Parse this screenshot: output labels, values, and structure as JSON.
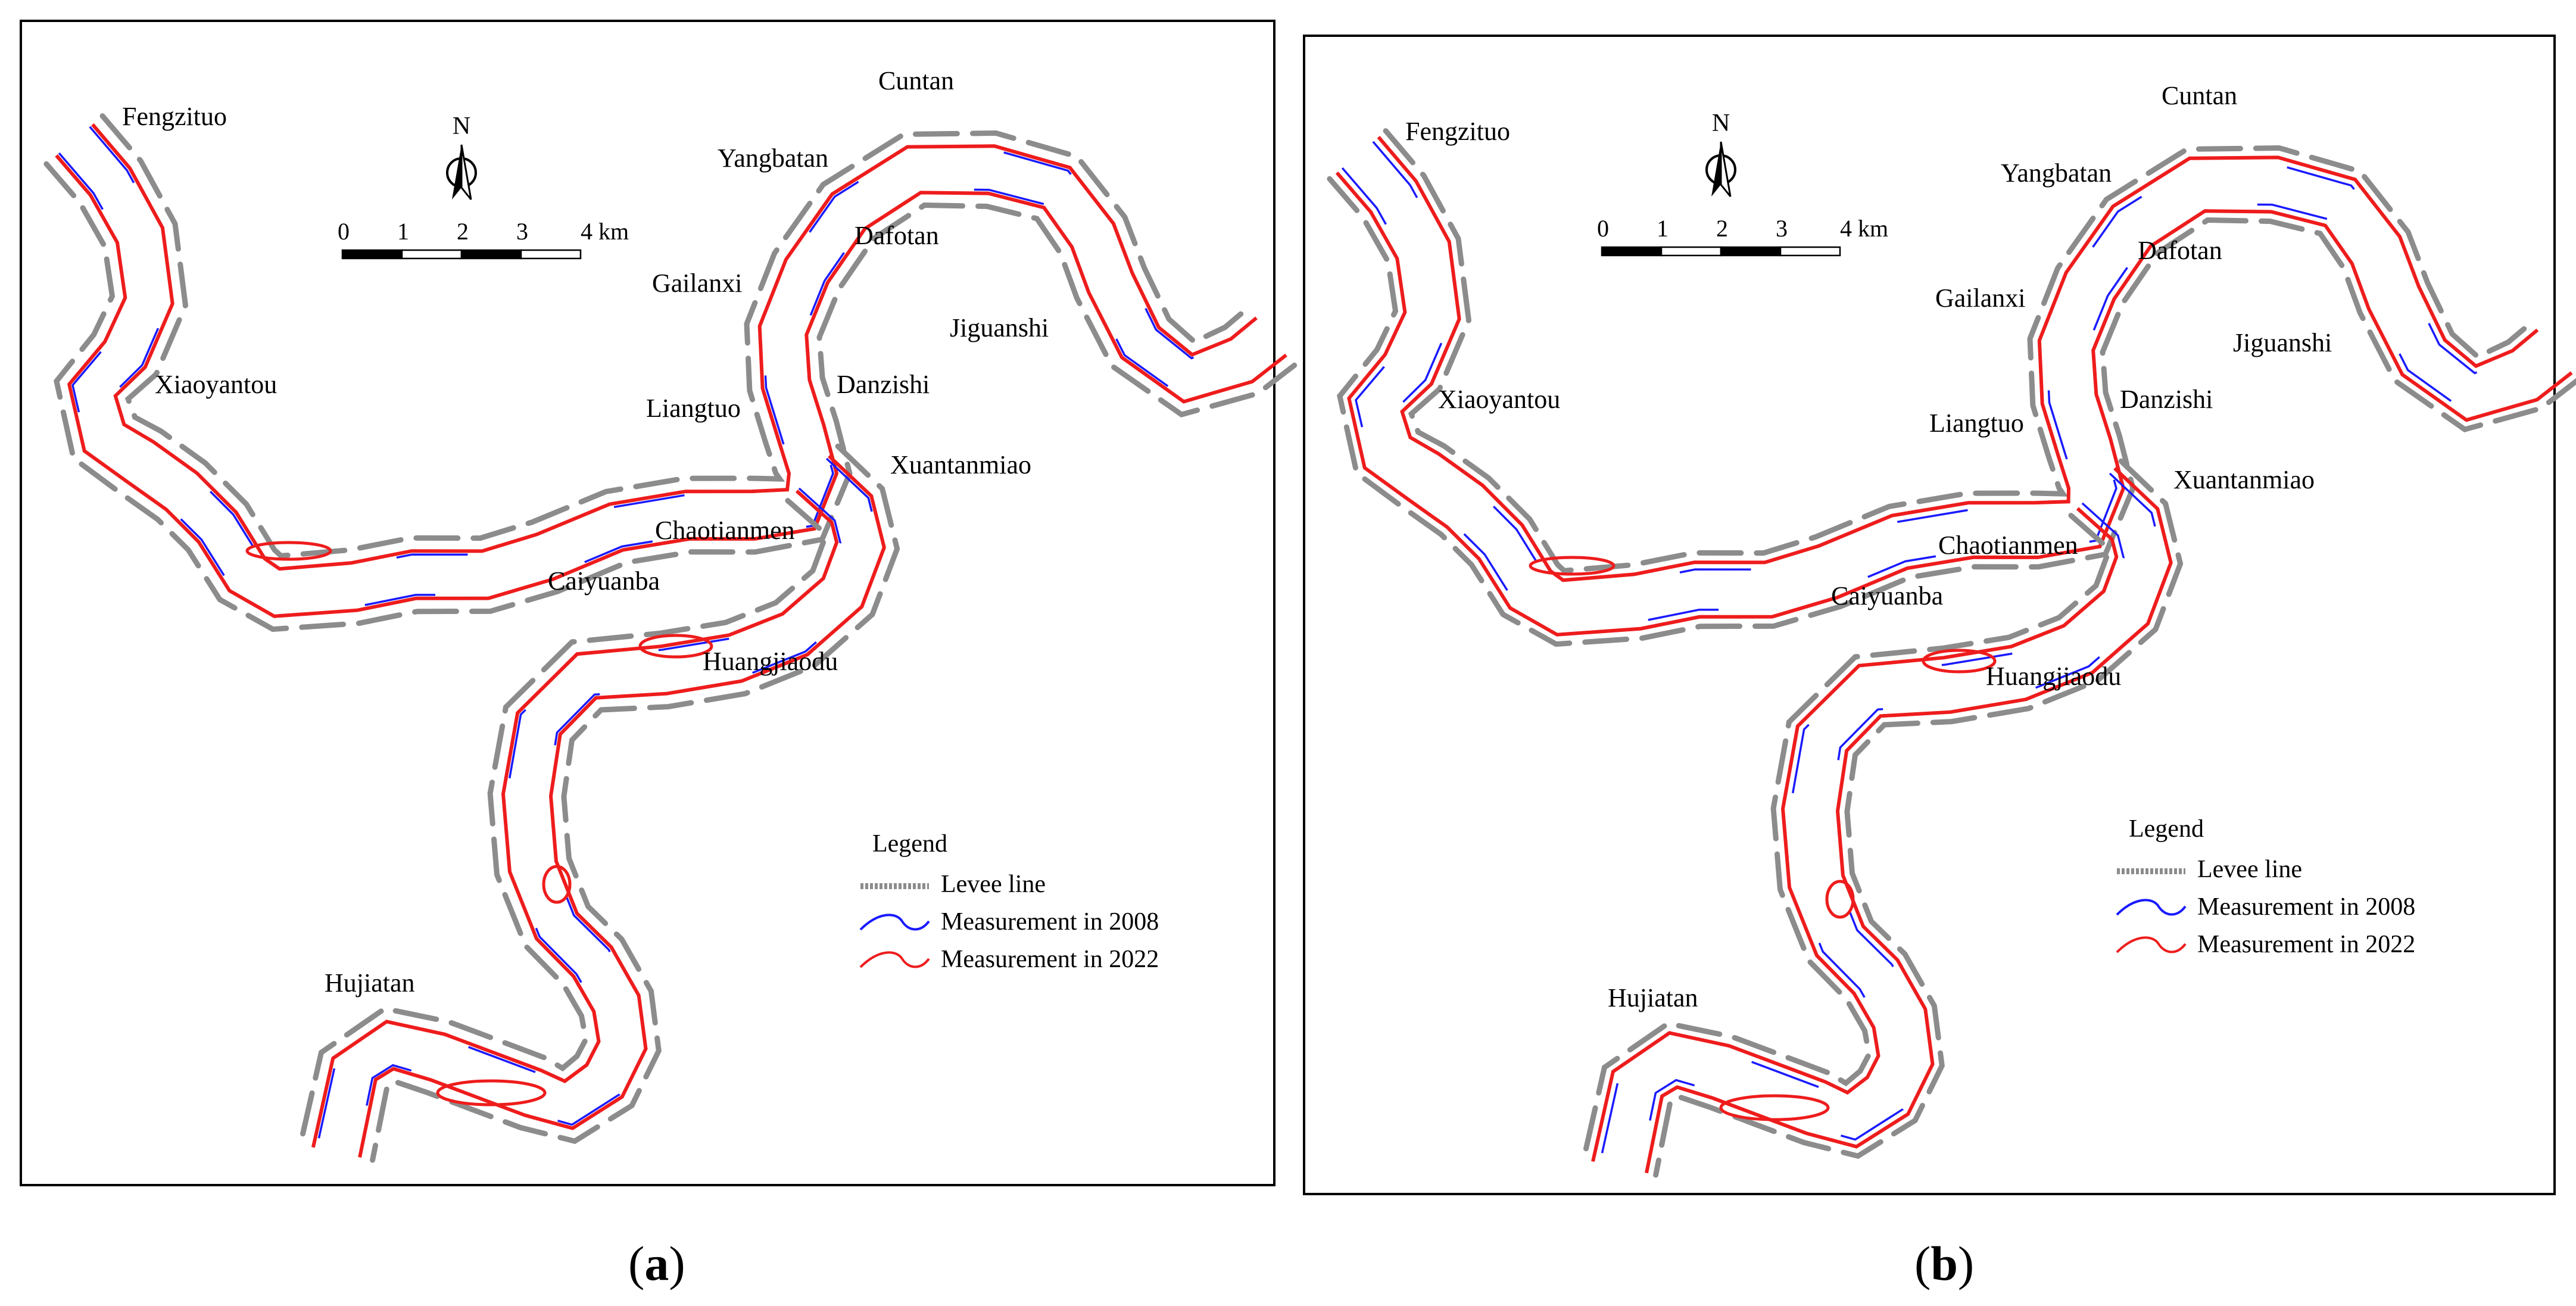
{
  "panels": [
    {
      "id": "a",
      "caption_open": "(",
      "caption_letter": "a",
      "caption_close": ")",
      "north_label": "N",
      "scale_labels": [
        "0",
        "1",
        "2",
        "3",
        "4 km"
      ],
      "place_names": {
        "fengzituo": "Fengzituo",
        "cuntan": "Cuntan",
        "yangbatan": "Yangbatan",
        "dafotan": "Dafotan",
        "gailanxi": "Gailanxi",
        "jiguanshi": "Jiguanshi",
        "xiaoyantou": "Xiaoyantou",
        "liangtuo": "Liangtuo",
        "danzishi": "Danzishi",
        "xuantanmiao": "Xuantanmiao",
        "chaotianmen": "Chaotianmen",
        "caiyuanba": "Caiyuanba",
        "huangjiaodu": "Huangjiaodu",
        "hujiatan": "Hujiatan"
      },
      "legend": {
        "title": "Legend",
        "items": [
          {
            "label": "Levee line",
            "color": "#8c8c8c"
          },
          {
            "label": "Measurement in 2008",
            "color": "#1a1aff"
          },
          {
            "label": "Measurement in 2022",
            "color": "#ee1c1c"
          }
        ]
      }
    },
    {
      "id": "b",
      "caption_open": "(",
      "caption_letter": "b",
      "caption_close": ")",
      "north_label": "N",
      "scale_labels": [
        "0",
        "1",
        "2",
        "3",
        "4 km"
      ],
      "place_names": {
        "fengzituo": "Fengzituo",
        "cuntan": "Cuntan",
        "yangbatan": "Yangbatan",
        "dafotan": "Dafotan",
        "gailanxi": "Gailanxi",
        "jiguanshi": "Jiguanshi",
        "xiaoyantou": "Xiaoyantou",
        "liangtuo": "Liangtuo",
        "danzishi": "Danzishi",
        "xuantanmiao": "Xuantanmiao",
        "chaotianmen": "Chaotianmen",
        "caiyuanba": "Caiyuanba",
        "huangjiaodu": "Huangjiaodu",
        "hujiatan": "Hujiatan"
      },
      "legend": {
        "title": "Legend",
        "items": [
          {
            "label": "Levee line",
            "color": "#8c8c8c"
          },
          {
            "label": "Measurement in 2008",
            "color": "#1a1aff"
          },
          {
            "label": "Measurement in 2022",
            "color": "#ee1c1c"
          }
        ]
      }
    }
  ],
  "colors": {
    "levee": "#8c8c8c",
    "measurement_2008": "#1a1aff",
    "measurement_2022": "#ee1c1c",
    "frame": "#000000"
  },
  "icons": [
    "north-arrow-icon"
  ]
}
